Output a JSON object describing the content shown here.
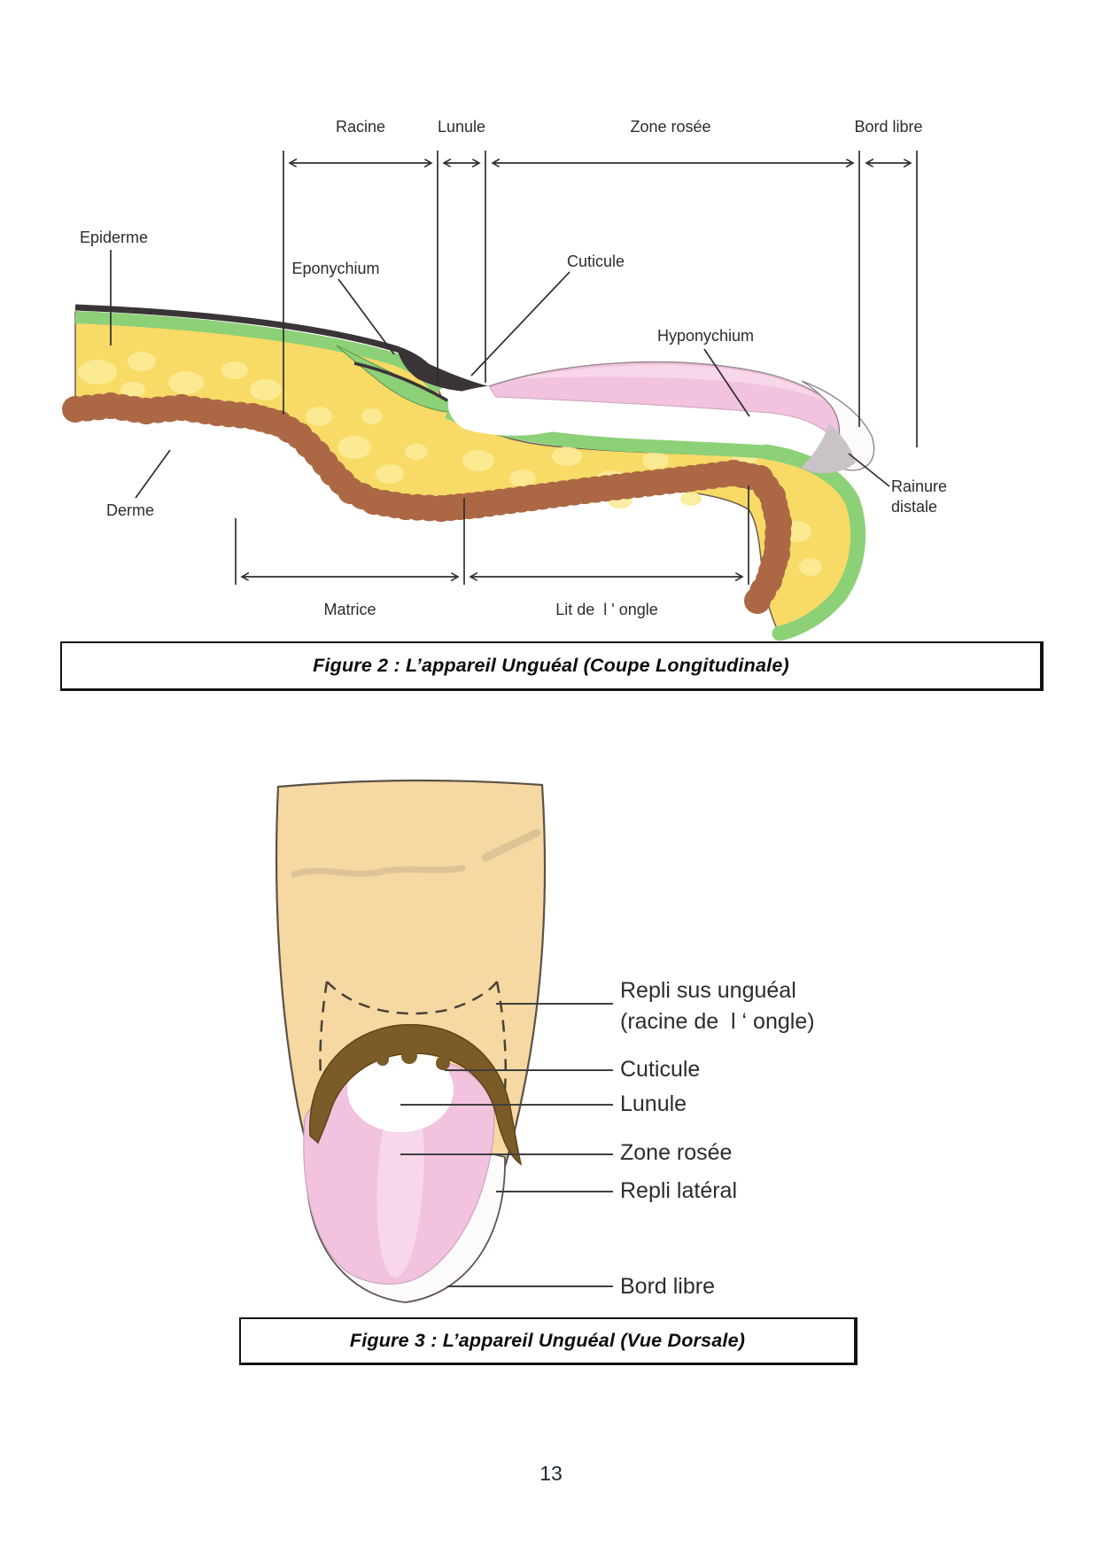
{
  "page_number": "13",
  "figure2": {
    "caption": "Figure 2 : L’appareil Unguéal (Coupe Longitudinale)",
    "labels": {
      "racine": "Racine",
      "lunule": "Lunule",
      "zone_rosee": "Zone rosée",
      "bord_libre": "Bord libre",
      "epiderme": "Epiderme",
      "eponychium": "Eponychium",
      "cuticule": "Cuticule",
      "hyponychium": "Hyponychium",
      "derme": "Derme",
      "rainure_distale": "Rainure distale",
      "matrice": "Matrice",
      "lit_de_l_ongle": "Lit de  l ' ongle"
    }
  },
  "figure3": {
    "caption": "Figure 3 : L’appareil Unguéal (Vue Dorsale)",
    "labels": {
      "repli_sus_ungueal": "Repli sus unguéal",
      "repli_sus_ungueal_note": "(racine de  l ‘ ongle)",
      "cuticule": "Cuticule",
      "lunule": "Lunule",
      "zone_rosee": "Zone rosée",
      "repli_lateral": "Repli latéral",
      "bord_libre": "Bord libre"
    }
  },
  "colors": {
    "dermis_yellow": "#F8DA66",
    "dermis_yellow_light": "#FBEB97",
    "epidermis_green": "#8CD077",
    "corneum_dark": "#3A3437",
    "basal_brown": "#AC6845",
    "nail_pink": "#F2C2DE",
    "nail_pink_light": "#F8D9EB",
    "nail_white": "#FDFAFC",
    "skin_tan": "#F6D8A2",
    "crease_tan": "#DCC497",
    "cuticle_brown": "#7B5B28",
    "groove_gray": "#C9C2C6",
    "line_dark": "#2E2E2E"
  }
}
